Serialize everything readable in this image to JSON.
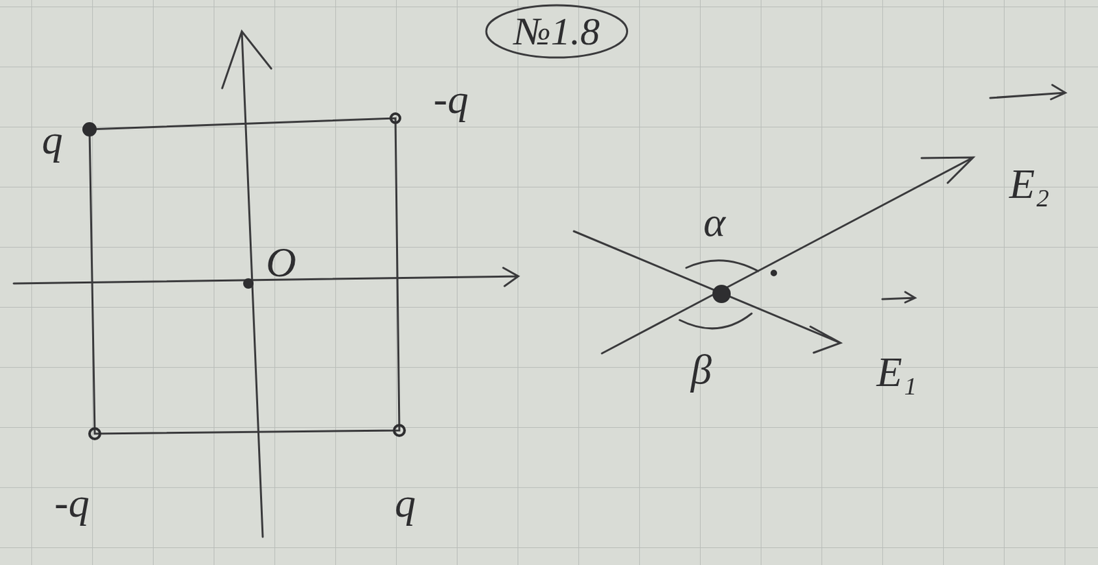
{
  "diagram": {
    "nodes": [
      {
        "text": [
          "№1.8"
        ]
      }
    ],
    "labels": [
      "q",
      "-q",
      "O",
      "-q",
      "q",
      "α",
      "β",
      "E₂",
      "E₁"
    ]
  }
}
